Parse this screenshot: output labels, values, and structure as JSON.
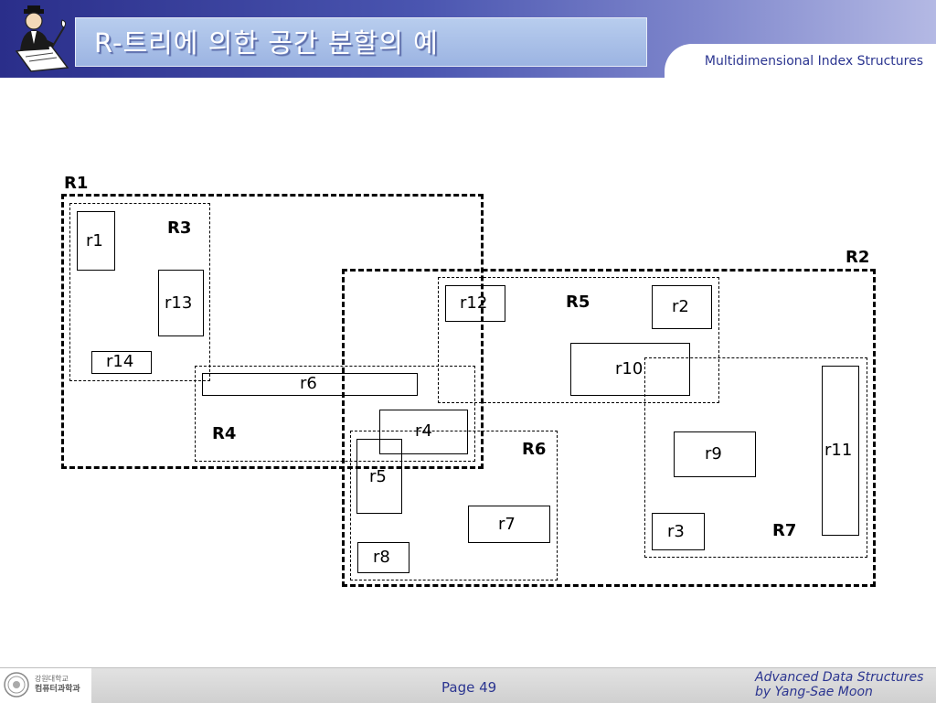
{
  "header": {
    "title": "R-트리에 의한 공간 분할의 예",
    "subtitle": "Multidimensional Index Structures",
    "logo_icon": "scholar-with-quill-icon"
  },
  "diagram": {
    "groups": {
      "R1": "R1",
      "R2": "R2",
      "R3": "R3",
      "R4": "R4",
      "R5": "R5",
      "R6": "R6",
      "R7": "R7"
    },
    "rects": {
      "r1": "r1",
      "r2": "r2",
      "r3": "r3",
      "r4": "r4",
      "r5": "r5",
      "r6": "r6",
      "r7": "r7",
      "r8": "r8",
      "r9": "r9",
      "r10": "r10",
      "r11": "r11",
      "r12": "r12",
      "r13": "r13",
      "r14": "r14"
    }
  },
  "footer": {
    "logo_line1": "강원대학교",
    "logo_line2": "컴퓨터과학과",
    "page": "Page 49",
    "credit_line1": "Advanced Data Structures",
    "credit_line2": "by Yang-Sae Moon"
  },
  "colors": {
    "header_dark": "#2a2e8a",
    "title_box": "#9cb4e2",
    "accent_text": "#2b3590",
    "footer_bg": "#d0d0d0"
  }
}
